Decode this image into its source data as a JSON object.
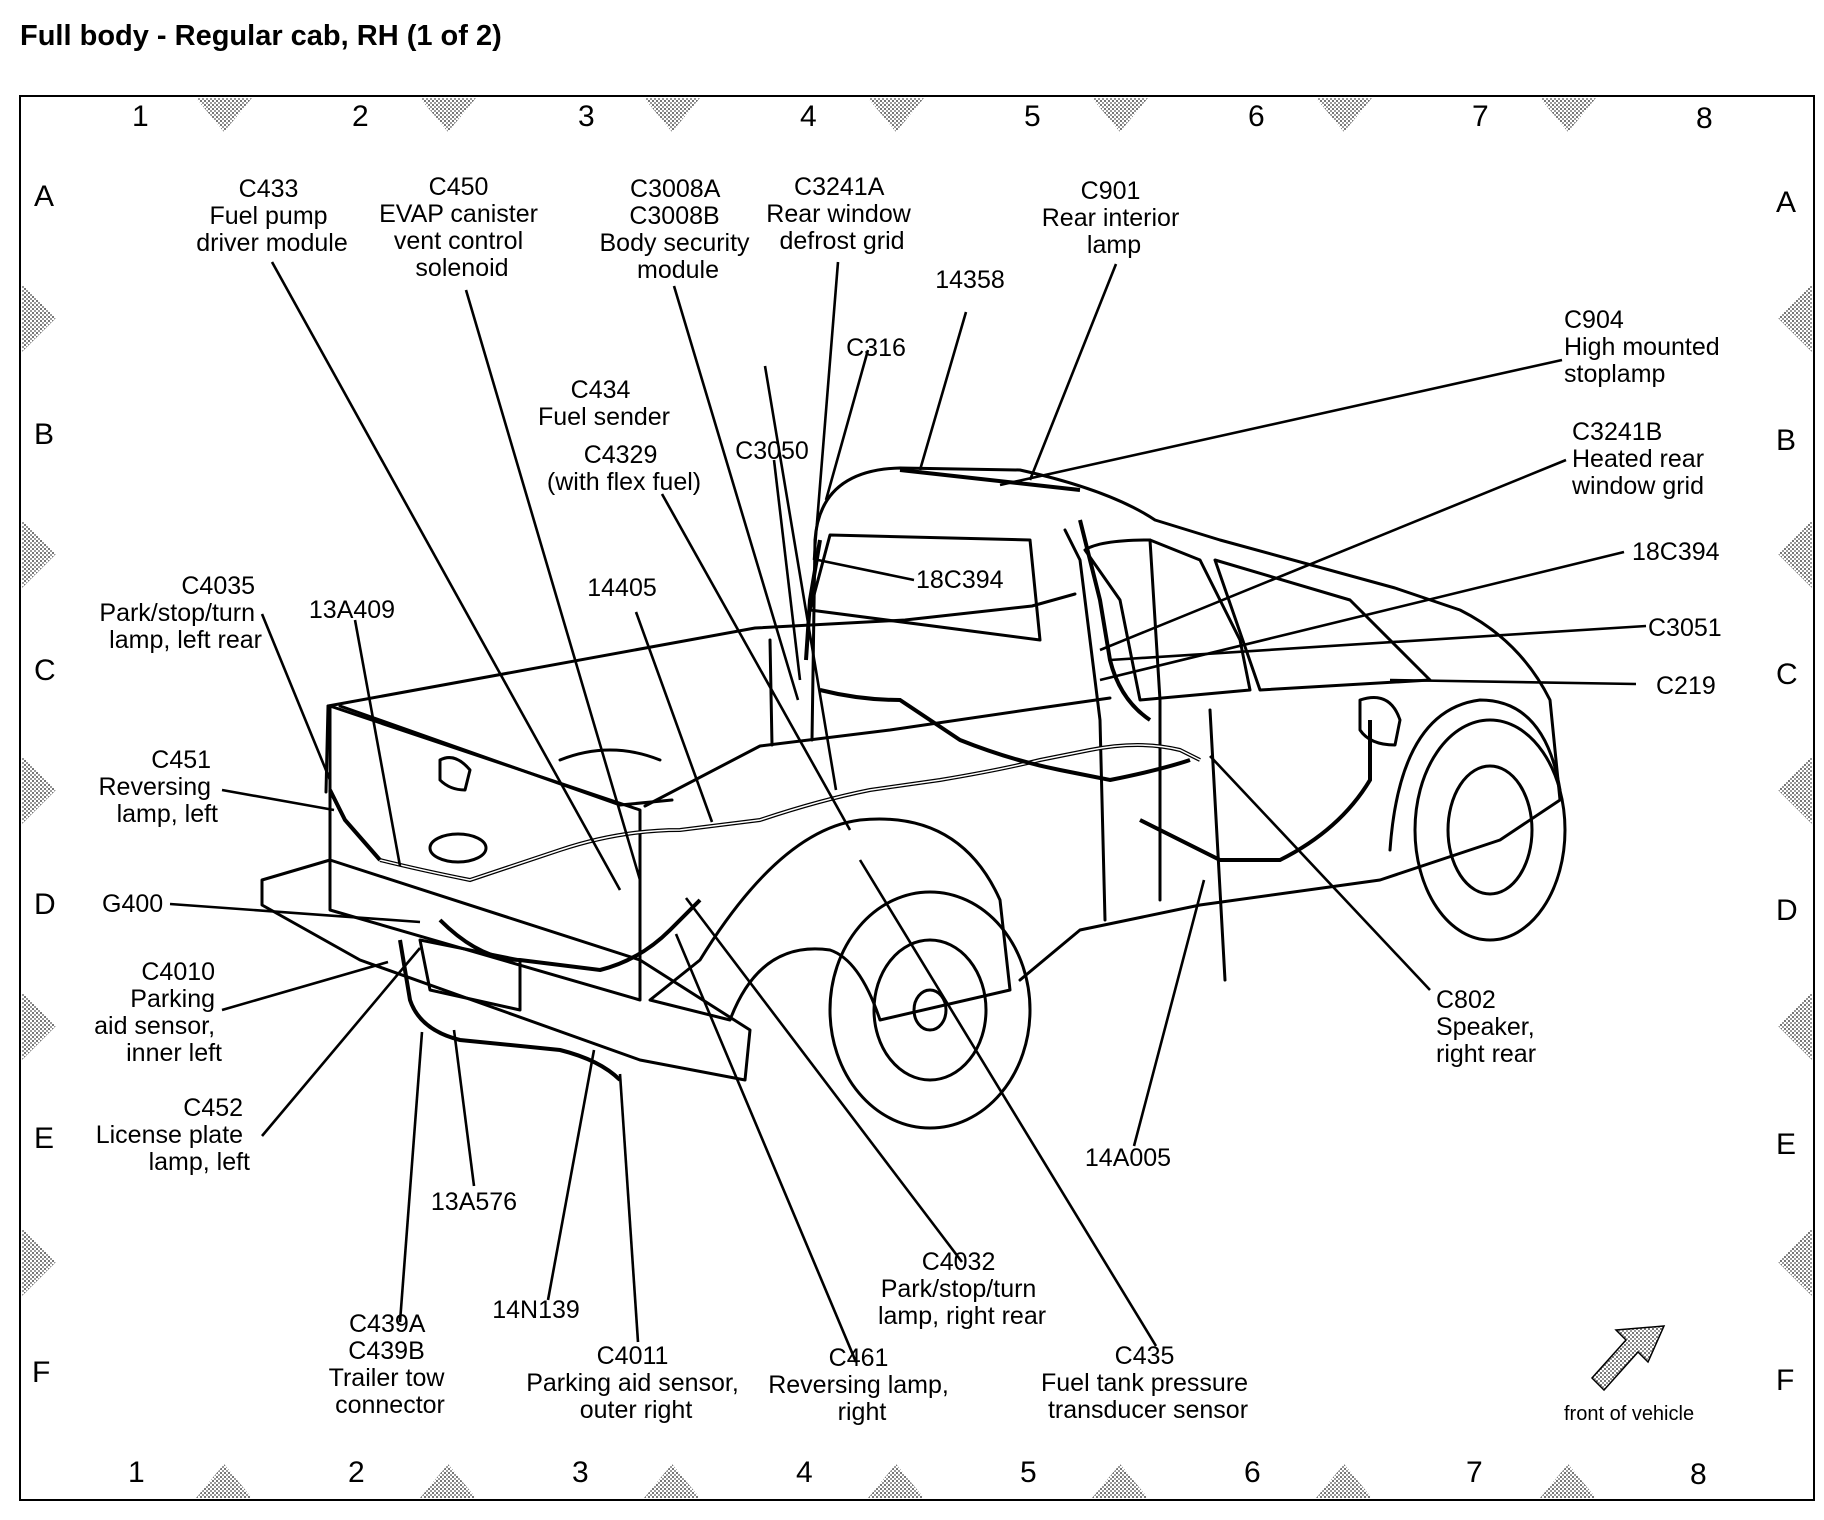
{
  "title": "Full body - Regular cab, RH (1 of 2)",
  "grid": {
    "columns": [
      "1",
      "2",
      "3",
      "4",
      "5",
      "6",
      "7",
      "8"
    ],
    "rows": [
      "A",
      "B",
      "C",
      "D",
      "E",
      "F"
    ]
  },
  "labels": {
    "c433": [
      "C433",
      "Fuel pump",
      "driver module"
    ],
    "c450": [
      "C450",
      "EVAP canister",
      "vent control",
      "solenoid"
    ],
    "c3008": [
      "C3008A",
      "C3008B",
      "Body security",
      "module"
    ],
    "c3241a": [
      "C3241A",
      "Rear window",
      "defrost grid"
    ],
    "c901": [
      "C901",
      "Rear interior",
      "lamp"
    ],
    "n14358": [
      "14358"
    ],
    "c316": [
      "C316"
    ],
    "c904": [
      "C904",
      "High mounted",
      "stoplamp"
    ],
    "c434": [
      "C434",
      "Fuel sender"
    ],
    "c4329": [
      "C4329",
      "(with flex fuel)"
    ],
    "c3050": [
      "C3050"
    ],
    "c3241b": [
      "C3241B",
      "Heated rear",
      "window grid"
    ],
    "n18c394_right": [
      "18C394"
    ],
    "n18c394_mid": [
      "18C394"
    ],
    "c3051": [
      "C3051"
    ],
    "c219": [
      "C219"
    ],
    "c4035": [
      "C4035",
      "Park/stop/turn",
      "lamp, left rear"
    ],
    "n13a409": [
      "13A409"
    ],
    "n14405": [
      "14405"
    ],
    "c451": [
      "C451",
      "Reversing",
      "lamp, left"
    ],
    "g400": [
      "G400"
    ],
    "c4010": [
      "C4010",
      "Parking",
      "aid sensor,",
      "inner left"
    ],
    "c452": [
      "C452",
      "License plate",
      "lamp, left"
    ],
    "n13a576": [
      "13A576"
    ],
    "n14n139": [
      "14N139"
    ],
    "c439": [
      "C439A",
      "C439B",
      "Trailer tow",
      "connector"
    ],
    "c4011": [
      "C4011",
      "Parking aid sensor,",
      "outer right"
    ],
    "c461": [
      "C461",
      "Reversing lamp,",
      "right"
    ],
    "c4032": [
      "C4032",
      "Park/stop/turn",
      "lamp, right rear"
    ],
    "c435": [
      "C435",
      "Fuel tank pressure",
      "transducer sensor"
    ],
    "n14a005": [
      "14A005"
    ],
    "c802": [
      "C802",
      "Speaker,",
      "right rear"
    ]
  },
  "front_indicator": "front of vehicle"
}
